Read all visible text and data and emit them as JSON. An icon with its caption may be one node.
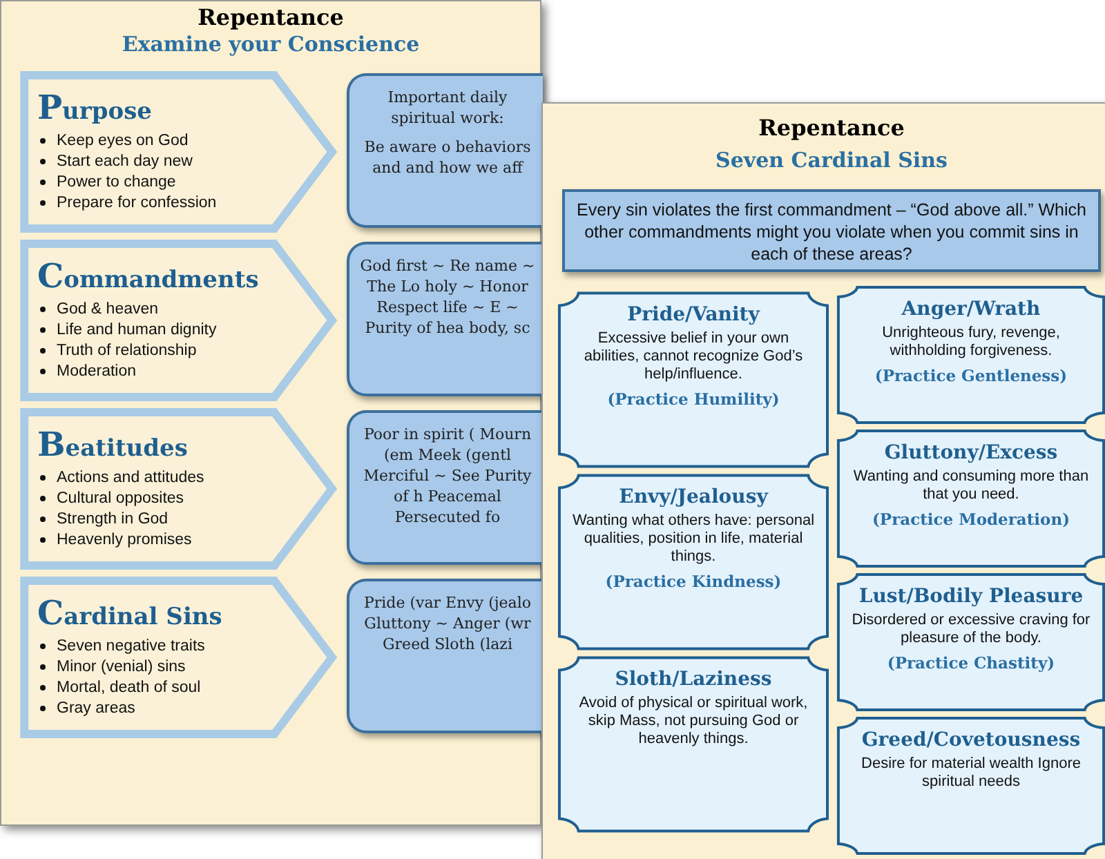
{
  "diagram": {
    "nodes": [
      {
        "text": [
          "Repentance",
          "Examine your Conscience"
        ]
      },
      {
        "text": [
          "Purpose",
          "Keep eyes on God",
          "Start each day new",
          "Power to change",
          "Prepare for confession"
        ],
        "in": 0
      },
      {
        "text": [
          "Important daily spiritual work:",
          "Be aware o behaviors and and how we aff"
        ],
        "in": 0
      },
      {
        "text": [
          "Commandments",
          "God & heaven",
          "Life and human dignity",
          "Truth of relationship",
          "Moderation"
        ],
        "in": 0
      },
      {
        "text": [
          "God first ~ Re name ~ The Lo holy ~ Honor Respect life ~ E ~ Purity of hea body, sc"
        ],
        "in": 0
      },
      {
        "text": [
          "Beatitudes",
          "Actions and attitudes",
          "Cultural opposites",
          "Strength in God",
          "Heavenly promises"
        ],
        "in": 0
      },
      {
        "text": [
          "Poor in spirit ( Mourn (em Meek (gentl Merciful ~ See Purity of h Peacemal Persecuted fo"
        ],
        "in": 0
      },
      {
        "text": [
          "Cardinal Sins",
          "Seven negative traits",
          "Minor (venial) sins",
          "Mortal, death of soul",
          "Gray areas"
        ],
        "in": 0
      },
      {
        "text": [
          "Pride (var Envy (jealo Gluttony ~ Anger (wr Greed Sloth (lazi"
        ],
        "in": 0
      },
      {
        "text": [
          "Repentance",
          "Seven Cardinal Sins"
        ]
      },
      {
        "text": [
          "Every sin violates the first commandment – “God above all.” Which other commandments might you violate when you commit sins in each of these areas?"
        ],
        "in": 9
      },
      {
        "text": [
          "Pride/Vanity",
          "Excessive belief in your own abilities, cannot recognize God’s help/influence.",
          "(Practice Humility)"
        ],
        "in": 9
      },
      {
        "text": [
          "Anger/Wrath",
          "Unrighteous fury, revenge, withholding forgiveness.",
          "(Practice Gentleness)"
        ],
        "in": 9
      },
      {
        "text": [
          "Envy/Jealousy",
          "Wanting what others have: personal qualities, position in life, material things.",
          "(Practice Kindness)"
        ],
        "in": 9
      },
      {
        "text": [
          "Gluttony/Excess",
          "Wanting and consuming more than that you need.",
          "(Practice Moderation)"
        ],
        "in": 9
      },
      {
        "text": [
          "Lust/Bodily Pleasure",
          "Disordered or excessive craving for pleasure of the body.",
          "(Practice Chastity)"
        ],
        "in": 9
      },
      {
        "text": [
          "Sloth/Laziness",
          "Avoid of physical or spiritual work, skip Mass, not pursuing God or heavenly things."
        ],
        "in": 9
      },
      {
        "text": [
          "Greed/Covetousness",
          "Desire for material wealth Ignore spiritual needs"
        ],
        "in": 9
      }
    ]
  }
}
